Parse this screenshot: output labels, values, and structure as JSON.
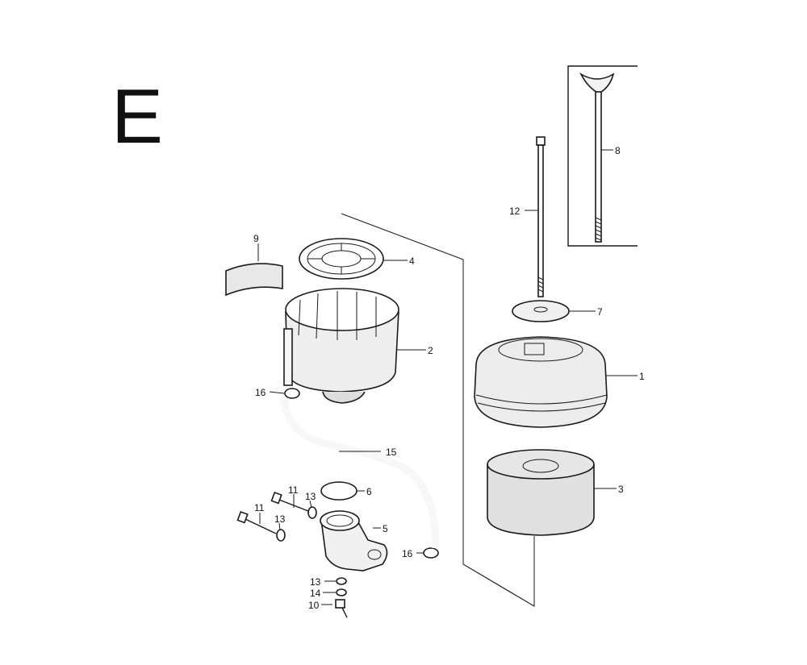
{
  "diagram": {
    "section_letter": "E",
    "callouts": [
      {
        "id": "c1",
        "text": "1"
      },
      {
        "id": "c2",
        "text": "2"
      },
      {
        "id": "c3",
        "text": "3"
      },
      {
        "id": "c4",
        "text": "4"
      },
      {
        "id": "c5",
        "text": "5"
      },
      {
        "id": "c6",
        "text": "6"
      },
      {
        "id": "c7",
        "text": "7"
      },
      {
        "id": "c8",
        "text": "8"
      },
      {
        "id": "c9",
        "text": "9"
      },
      {
        "id": "c10",
        "text": "10"
      },
      {
        "id": "c11a",
        "text": "11"
      },
      {
        "id": "c11b",
        "text": "11"
      },
      {
        "id": "c12",
        "text": "12"
      },
      {
        "id": "c13a",
        "text": "13"
      },
      {
        "id": "c13b",
        "text": "13"
      },
      {
        "id": "c13c",
        "text": "13"
      },
      {
        "id": "c14",
        "text": "14"
      },
      {
        "id": "c15",
        "text": "15"
      },
      {
        "id": "c16a",
        "text": "16"
      },
      {
        "id": "c16b",
        "text": "16"
      }
    ],
    "colors": {
      "ink": "#1a1a1a",
      "background": "#ffffff",
      "shade": "#d9d9d9"
    }
  }
}
